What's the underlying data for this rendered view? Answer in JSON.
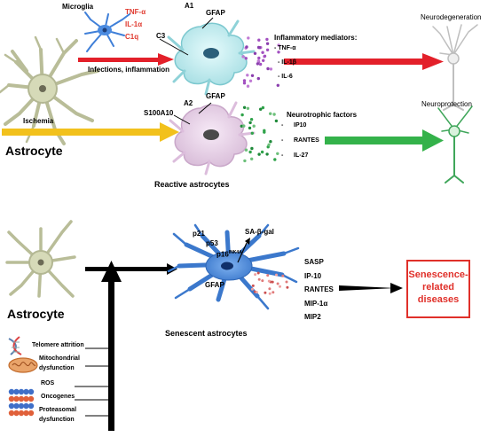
{
  "top": {
    "microglia": "Microglia",
    "cytokines": [
      "TNF-α",
      "IL-1α",
      "C1q"
    ],
    "infections": "Infections, inflammation",
    "a1": "A1",
    "gfap_a1": "GFAP",
    "c3": "C3",
    "inflammatory_title": "Inflammatory mediators:",
    "inflammatory_items": [
      "- TNF-α",
      "- IL-1β",
      "- IL-6"
    ],
    "neurodegeneration": "Neurodegeneration",
    "astrocyte": "Astrocyte",
    "ischemia": "Ischemia",
    "a2": "A2",
    "gfap_a2": "GFAP",
    "s100a10": "S100A10",
    "neurotrophic_title": "Neurotrophic factors",
    "neurotrophic_items": [
      "IP10",
      "RANTES",
      "IL-27"
    ],
    "bullet": "-",
    "neuroprotection": "Neuroprotection",
    "reactive": "Reactive astrocytes"
  },
  "bottom": {
    "astrocyte": "Astrocyte",
    "p21": "p21",
    "p53": "p53",
    "p16": "p16",
    "p16_sup": "INK4A",
    "sagal": "SA-β-gal",
    "gfap": "GFAP",
    "sasp": [
      "SASP",
      "IP-10",
      "RANTES",
      "MIP-1α",
      "MIP2"
    ],
    "senescence_box": [
      "Senescence-",
      "related",
      "diseases"
    ],
    "senescent": "Senescent astrocytes",
    "triggers": {
      "telomere": "Telomere attrition",
      "mito": [
        "Mitochondrial",
        "dysfunction"
      ],
      "ros": "ROS",
      "oncogenes": "Oncogenes",
      "proteasomal": [
        "Proteasomal",
        "dysfunction"
      ]
    }
  },
  "colors": {
    "red_arrow": "#e3202a",
    "green_arrow": "#34b24a",
    "yellow_arrow": "#f2c11c",
    "astro_body": "#d8dcc0",
    "a1_cell": "#bde7ea",
    "a2_cell": "#e7cfe6",
    "senescent_cell": "#4a86d6",
    "microglia": "#3f7fd8"
  }
}
